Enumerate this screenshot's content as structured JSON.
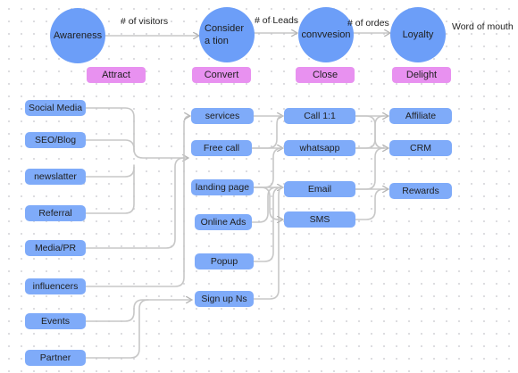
{
  "stages": [
    {
      "id": "awareness",
      "label": "Awareness"
    },
    {
      "id": "consideration",
      "label": "Considera tion"
    },
    {
      "id": "conversion",
      "label": "convvesion"
    },
    {
      "id": "loyalty",
      "label": "Loyalty"
    }
  ],
  "flow_labels": {
    "visitors": "# of visitors",
    "leads": "# of Leads",
    "orders": "# of ordes",
    "word_of_mouth": "Word of mouth"
  },
  "phases": [
    "Attract",
    "Convert",
    "Close",
    "Delight"
  ],
  "sources": [
    "Social Media",
    "SEO/Blog",
    "newslatter",
    "Referral",
    "Media/PR",
    "influencers",
    "Events",
    "Partner"
  ],
  "convert_tools": [
    "services",
    "Free call",
    "landing page",
    "Online Ads",
    "Popup",
    "Sign up Ns"
  ],
  "close_channels": [
    "Call 1:1",
    "whatsapp",
    "Email",
    "SMS"
  ],
  "delight_actions": [
    "Affiliate",
    "CRM",
    "Rewards"
  ],
  "colors": {
    "stage": "#6c9ef8",
    "phase": "#e891f0",
    "node": "#7fabf9",
    "connector": "#c7c7c7",
    "arrow": "#b5b5b5"
  }
}
